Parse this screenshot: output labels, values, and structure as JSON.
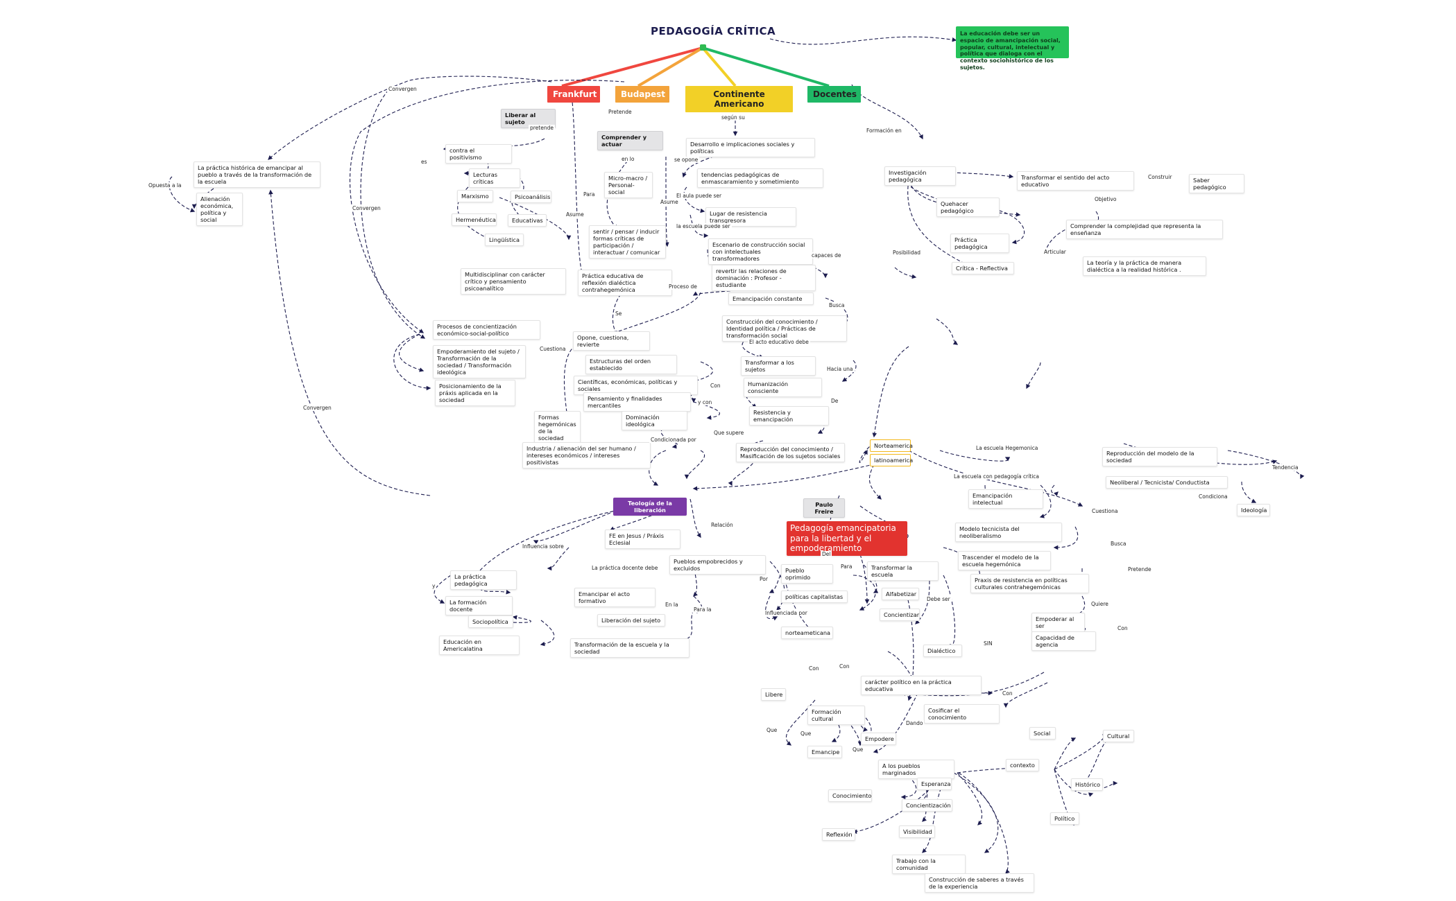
{
  "title": "PEDAGOGÍA CRÍTICA",
  "note": "La educación debe ser un espacio de amancipación social, popular, cultural, intelectual y política que dialoga con el contexto sociohistórico de los sujetos.",
  "colors": {
    "frankfurt": "#f0473f",
    "budapest": "#f3a33b",
    "continente": "#f2d027",
    "docentes": "#1fb866",
    "teologia": "#7a3aa6",
    "pedagogia_emancipatoria": "#e2332f",
    "note_bg": "#25c35a",
    "title": "#1d1d4f"
  },
  "categories": {
    "frankfurt": "Frankfurt",
    "budapest": "Budapest",
    "continente": "Continente Americano",
    "docentes": "Docentes"
  },
  "nodes": {
    "liberar": "Liberar al sujeto",
    "positivismo": "contra el positivismo",
    "lecturas": "Lecturas críticas",
    "marxismo": "Marxismo",
    "psicoanalisis": "Psicoanálisis",
    "hermeneutica": "Hermenéutica",
    "educativas": "Educativas",
    "linguistica": "Lingüística",
    "multidisciplinar": "Multidisciplinar con carácter crítico y pensamiento psicoanalítico",
    "practica_historica": "La práctica histórica de emancipar al pueblo a través de la transformación de la escuela",
    "alienacion": "Alienación económica, política y social",
    "comprender_actuar": "Comprender y actuar",
    "micromacro": "Micro-macro / Personal-social",
    "sentir": "sentir / pensar / inducir formas críticas de participación / interactuar / comunicar",
    "practica_educativa": "Práctica educativa de reflexión dialéctica contrahegemónica",
    "procesos": "Procesos de concientización económico-social-político",
    "empoderamiento": "Empoderamiento del sujeto / Transformación de la sociedad / Transformación ideológica",
    "posicionamiento": "Posicionamiento de la práxis aplicada en la sociedad",
    "opone": "Opone, cuestiona, revierte",
    "estructuras": "Estructuras del orden establecido",
    "cientificas": "Científicas, económicas, políticas y sociales",
    "pensamiento": "Pensamiento y finalidades mercantiles",
    "dominacion": "Dominación ideológica",
    "formas": "Formas hegemónicas de la sociedad",
    "industria": "Industria / alienación del ser humano / intereses económicos / intereses positivistas",
    "desarrollo": "Desarrollo e implicaciones sociales y políticas",
    "tendencias": "tendencias pedagógicas de enmascaramiento y sometimiento",
    "lugar": "Lugar de resistencia transgresora",
    "escenario": "Escenario de construcción social con intelectuales transformadores",
    "revertir": "revertir las relaciones de dominación : Profesor - estudiante",
    "emancipacion_constante": "Emancipación constante",
    "construccion": "Construcción del conocimiento / Identidad política / Prácticas de transformación social",
    "transformar_sujetos": "Transformar a los sujetos",
    "humanizacion": "Humanización consciente",
    "resistencia": "Resistencia y emancipación",
    "reproduccion_conocimiento": "Reproducción del conocimiento / Masificación de los sujetos sociales",
    "norteamerica": "Norteamerica",
    "latinoamerica": "latinoamerica",
    "investigacion": "Investigación pedagógica",
    "transformar_sentido": "Transformar el sentido del acto educativo",
    "saber": "Saber pedagógico",
    "quehacer": "Quehacer pedagógico",
    "practica_pedagogica_doc": "Práctica pedagógica",
    "critica_reflectiva": "Crítica - Reflectiva",
    "complejidad": "Comprender la complejidad que representa la enseñanza",
    "teoria_practica": "La teoría y la práctica de manera dialéctica a la realidad histórica .",
    "reproduccion_modelo": "Reproducción del modelo de la sociedad",
    "neoliberal": "Neoliberal / Tecnicista/ Conductista",
    "ideologia": "Ideología",
    "emancipacion_intelectual": "Emancipación intelectual",
    "modelo_tecnicista": "Modelo tecnicista del neoliberalismo",
    "trascender": "Trascender el modelo de la escuela hegemónica",
    "praxis_resistencia": "Praxis de resistencia en políticas culturales contrahegemónicas",
    "empoderar": "Empoderar al ser",
    "capacidad": "Capacidad de agencia",
    "teologia": "Teología de la liberación",
    "paulo": "Paulo Freire",
    "pedagogia_emancipatoria": "Pedagogía emancipatoria para la libertad y el empoderamiento",
    "fe": "FE en Jesus / Práxis Eclesial",
    "practica_pedagogica_teo": "La práctica pedagógica",
    "formacion_docente": "La formación docente",
    "sociopolitica": "Sociopolítica",
    "educacion_al": "Educación en Americalatina",
    "pueblos_empobrecidos": "Pueblos empobrecidos y excluidos",
    "emancipar_acto": "Emancipar el acto formativo",
    "liberacion_sujeto": "Liberación del sujeto",
    "transformacion_escuela": "Transformación de la escuela y la sociedad",
    "pueblo_oprimido": "Pueblo oprimido",
    "politicas_capitalistas": "políticas capitalistas",
    "norteameticana": "norteameticana",
    "transformar_escuela": "Transformar la escuela",
    "alfabetizar": "Alfabetizar",
    "concientizar": "Concientizar",
    "dialectico": "Dialéctico",
    "caracter_politico": "carácter político en la práctica educativa",
    "cosificar": "Cosificar el conocimiento",
    "libere": "Libere",
    "formacion_cultural": "Formación cultural",
    "empodere": "Empodere",
    "emancipe": "Emancipe",
    "pueblos_marginados": "A los pueblos marginados",
    "esperanza": "Esperanza",
    "conocimiento": "Conocimiento",
    "concientizacion": "Concientización",
    "visibilidad": "Visibilidad",
    "reflexion": "Reflexión",
    "trabajo_comunidad": "Trabajo con la comunidad",
    "construccion_saberes": "Construcción de saberes a través de la experiencia",
    "contexto": "contexto",
    "social": "Social",
    "cultural": "Cultural",
    "historico": "Histórico",
    "politico": "Político"
  },
  "labels": {
    "convergen_top": "Convergen",
    "pretende_fr": "pretende",
    "es": "es",
    "opuesta": "Opuesta a la",
    "convergen_mid": "Convergen",
    "convergen_low": "Convergen",
    "asume_fr": "Asume",
    "pretende_bu": "Pretende",
    "en_lo": "en lo",
    "para_bu": "Para",
    "asume_bu": "Asume",
    "se": "Se",
    "cuestiona": "Cuestiona",
    "con1": "Con",
    "y_con": "y con",
    "condicionada": "Condicionada por",
    "segun": "según su",
    "se_opone": "se opone",
    "aula": "El aula puede ser",
    "escuela_puede": "la escuela puede ser",
    "capaces": "capaces de",
    "proceso": "Proceso de",
    "busca1": "Busca",
    "acto_debe": "El acto educativo debe",
    "hacia": "Hacia una",
    "de": "De",
    "que_supere": "Que supere",
    "formacion_en": "Formación en",
    "construir": "Construir",
    "objetivo": "Objetivo",
    "posibilidad": "Posibilidad",
    "articular": "Articular",
    "escuela_hegemonica": "La escuela  Hegemonica",
    "tendencia": "Tendencia",
    "condiciona": "Condiciona",
    "escuela_pc": "La escuela  con pedagogía crítica",
    "cuestiona2": "Cuestiona",
    "busca2": "Busca",
    "pretende2": "Pretende",
    "quiere": "Quiere",
    "con2": "Con",
    "influencia": "Influencia sobre",
    "y": "y",
    "relacion": "Relación",
    "practica_debe": "La práctica docente debe",
    "en_la": "En la",
    "para_la": "Para la",
    "del": "Del",
    "por": "Por",
    "para_pf": "Para",
    "influenciada": "Influenciada por",
    "debe_ser": "Debe ser",
    "sin": "SIN",
    "con3": "Con",
    "con4": "Con",
    "con5": "Con",
    "dando": "Dando",
    "que1": "Que",
    "que2": "Que",
    "que3": "Que"
  }
}
